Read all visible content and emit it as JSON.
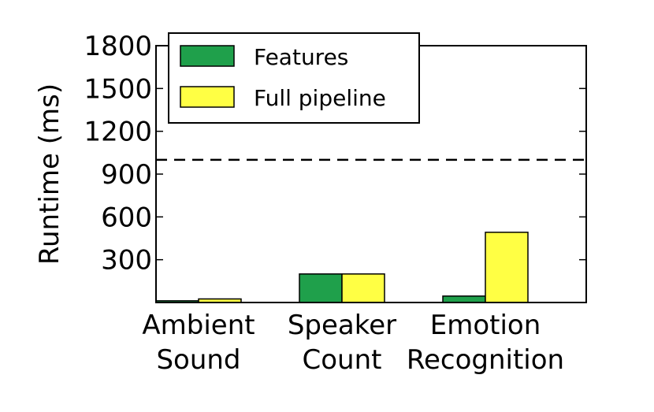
{
  "chart_data": {
    "type": "bar",
    "ylabel": "Runtime (ms)",
    "ylim": [
      0,
      1800
    ],
    "yticks": [
      300,
      600,
      900,
      1200,
      1500,
      1800
    ],
    "categories": [
      [
        "Ambient",
        "Sound"
      ],
      [
        "Speaker",
        "Count"
      ],
      [
        "Emotion",
        "Recognition"
      ]
    ],
    "series": [
      {
        "name": "Features",
        "color": "#1fa04b",
        "values": [
          12,
          200,
          45
        ]
      },
      {
        "name": "Full pipeline",
        "color": "#ffff44",
        "values": [
          25,
          200,
          492
        ]
      }
    ],
    "reference_line": {
      "value": 1000,
      "style": "dashed"
    },
    "legend_position": "top-left",
    "grid": false
  }
}
